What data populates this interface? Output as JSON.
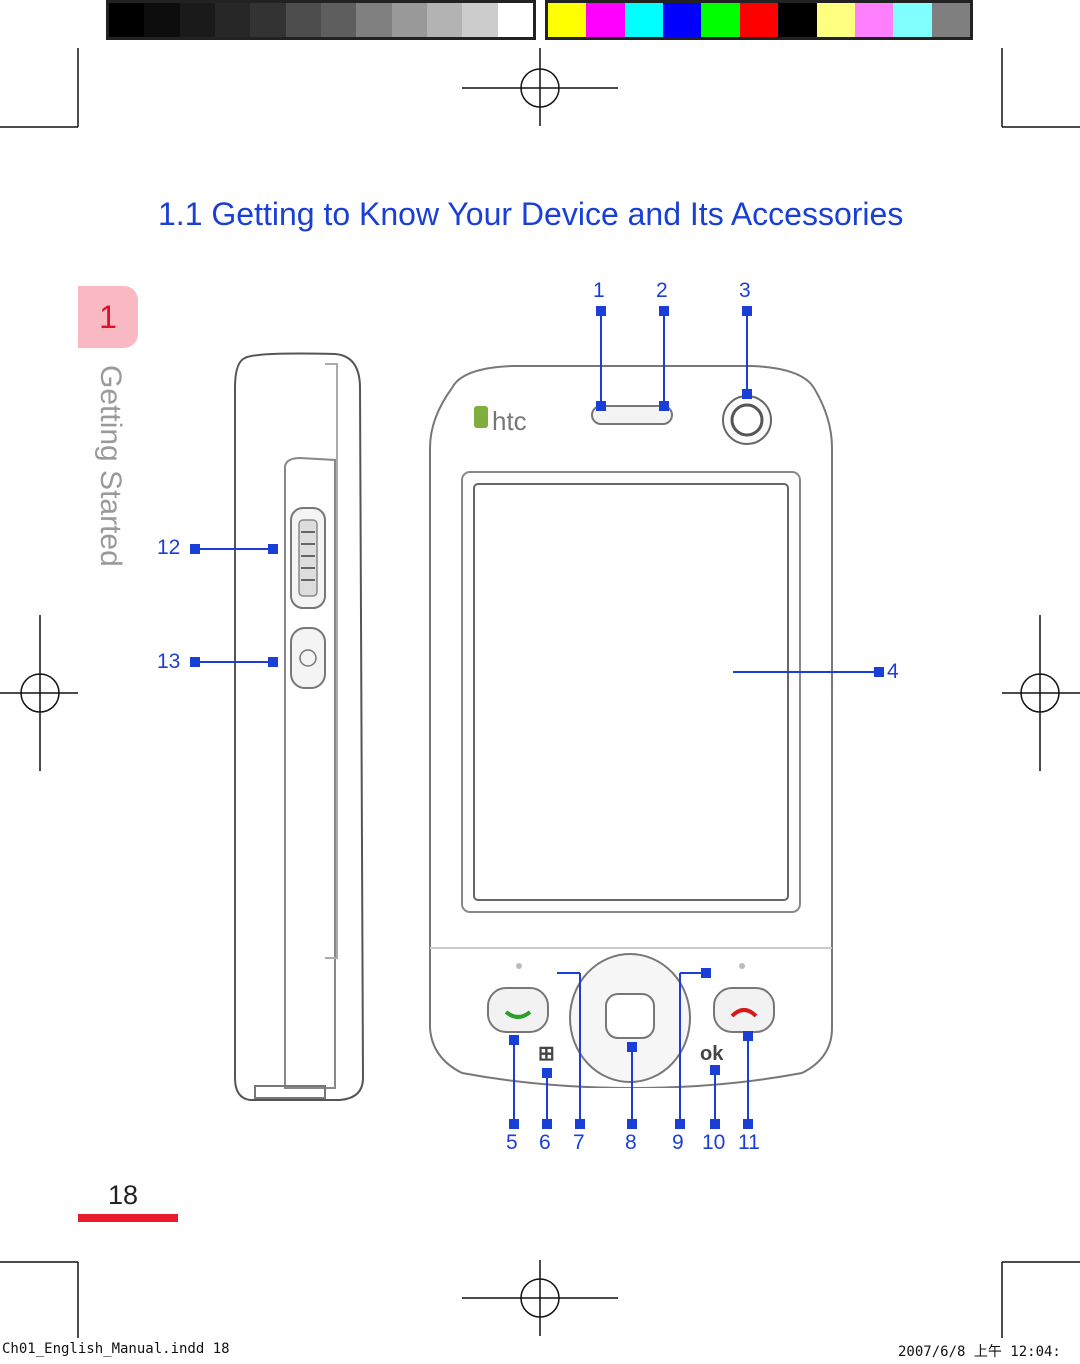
{
  "print_marks": {
    "gray_swatches": [
      "#000000",
      "#0d0d0d",
      "#1a1a1a",
      "#262626",
      "#333333",
      "#4d4d4d",
      "#5e5e5e",
      "#808080",
      "#999999",
      "#b3b3b3",
      "#cccccc",
      "#ffffff"
    ],
    "color_swatches": [
      "#ffff00",
      "#ff00ff",
      "#00ffff",
      "#0000ff",
      "#00ff00",
      "#ff0000",
      "#000000",
      "#ffff80",
      "#ff80ff",
      "#80ffff",
      "#7f7f7f"
    ]
  },
  "heading": {
    "title": "1.1 Getting to Know Your Device and Its Accessories"
  },
  "chapter": {
    "number": "1",
    "label": "Getting Started"
  },
  "callouts": {
    "c1": "1",
    "c2": "2",
    "c3": "3",
    "c4": "4",
    "c5": "5",
    "c6": "6",
    "c7": "7",
    "c8": "8",
    "c9": "9",
    "c10": "10",
    "c11": "11",
    "c12": "12",
    "c13": "13"
  },
  "device": {
    "brand": "htc"
  },
  "footer": {
    "page_number": "18",
    "file_slug": "Ch01_English_Manual.indd   18",
    "date_slug": "2007/6/8   上午 12:04:"
  },
  "colors": {
    "accent_blue": "#1a3fd6",
    "accent_red": "#e81c2c",
    "tab_pink": "#f9b9c2"
  }
}
